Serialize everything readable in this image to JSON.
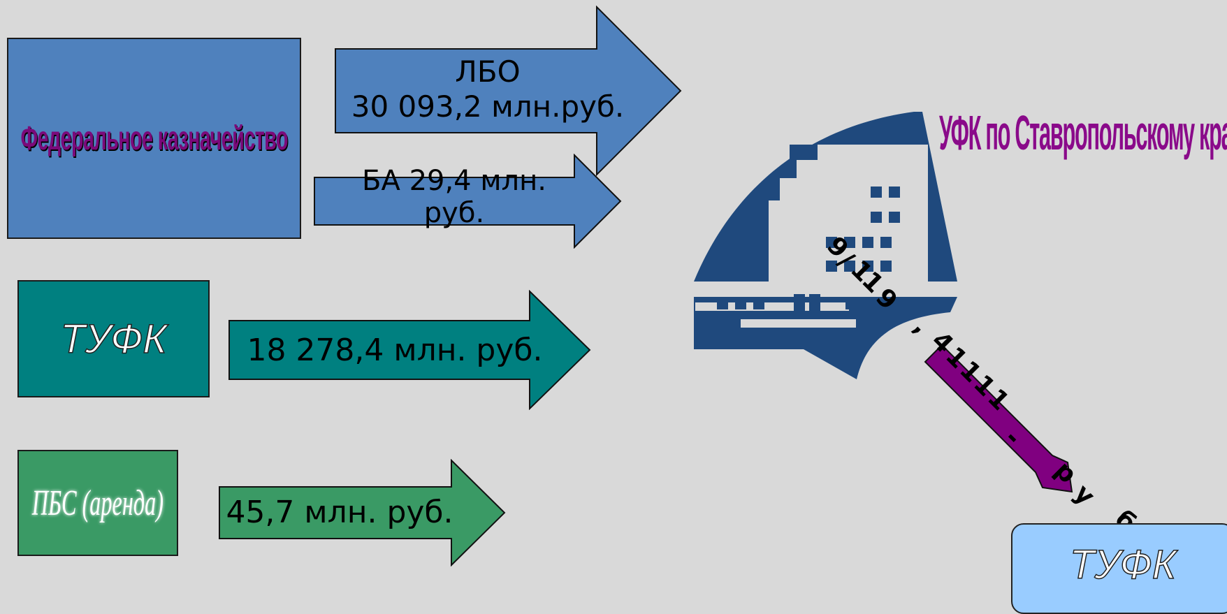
{
  "colors": {
    "background": "#d9d9d9",
    "federal_blue": "#4f81bd",
    "teal": "#008080",
    "green": "#3a9a65",
    "purple": "#800080",
    "logo_navy": "#1f497d",
    "light_blue": "#99ccff"
  },
  "federal_treasury": {
    "label": "Федеральное  казначейство"
  },
  "arrow_lbo": {
    "line1": "ЛБО",
    "line2": "30 093,2 млн.руб."
  },
  "arrow_ba": {
    "line1": "БА 29,4 млн.",
    "line2": "руб."
  },
  "tufk_box": {
    "label": "ТУФК"
  },
  "arrow_tufk": {
    "label": "18 278,4 млн. руб."
  },
  "pbs_box": {
    "label": "ПБС (аренда)"
  },
  "arrow_pbs": {
    "label": "45,7 млн. руб."
  },
  "ufk": {
    "title": "УФК по Ставропольскому краю",
    "logo_icon": "treasury-building-logo"
  },
  "diagonal_arrow": {
    "chars": [
      "9",
      "/",
      "1",
      "1",
      "9",
      ",",
      "4",
      "1",
      "1",
      "1",
      "1",
      "-",
      "р",
      "у",
      "б"
    ]
  },
  "tufk_bottom": {
    "label": "ТУФК"
  }
}
